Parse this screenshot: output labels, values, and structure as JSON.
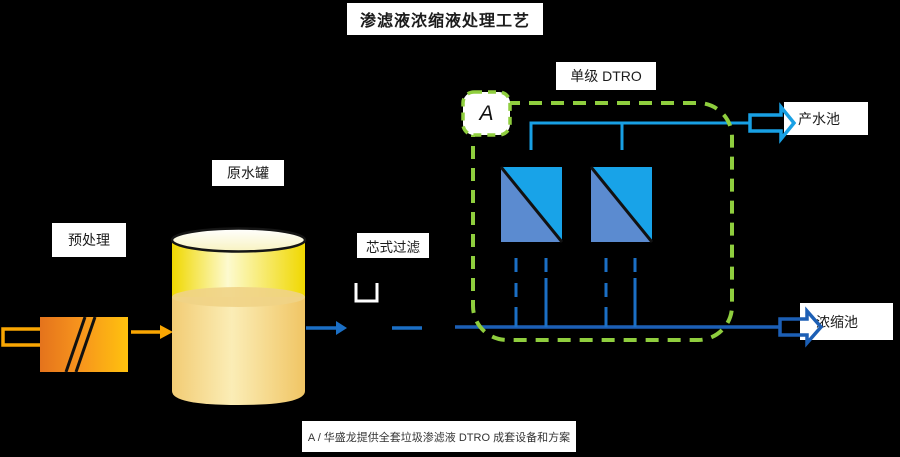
{
  "diagram": {
    "title": "渗滤液浓缩液处理工艺",
    "footer_note": "A / 华盛龙提供全套垃圾渗滤液 DTRO 成套设备和方案",
    "callout_letter": "A",
    "labels": {
      "dtro_unit": "单级 DTRO",
      "raw_water_tank": "原水罐",
      "pretreatment": "预处理",
      "cartridge_filter": "芯式过滤",
      "product_pool": "产水池",
      "concentrate_pool": "浓缩池"
    },
    "colors": {
      "background": "#000000",
      "boundary_green": "#8FCE3E",
      "product_cyan": "#18A0E4",
      "feed_blue": "#1B6FC5",
      "concentrate_blue": "#1C5FB5",
      "flow_orange": "#F9A602",
      "module_light_blue": "#18A3E8",
      "module_dark_blue": "#5B8BD0",
      "hatch_black": "#111111",
      "filter_white": "#FFFFFF"
    }
  }
}
